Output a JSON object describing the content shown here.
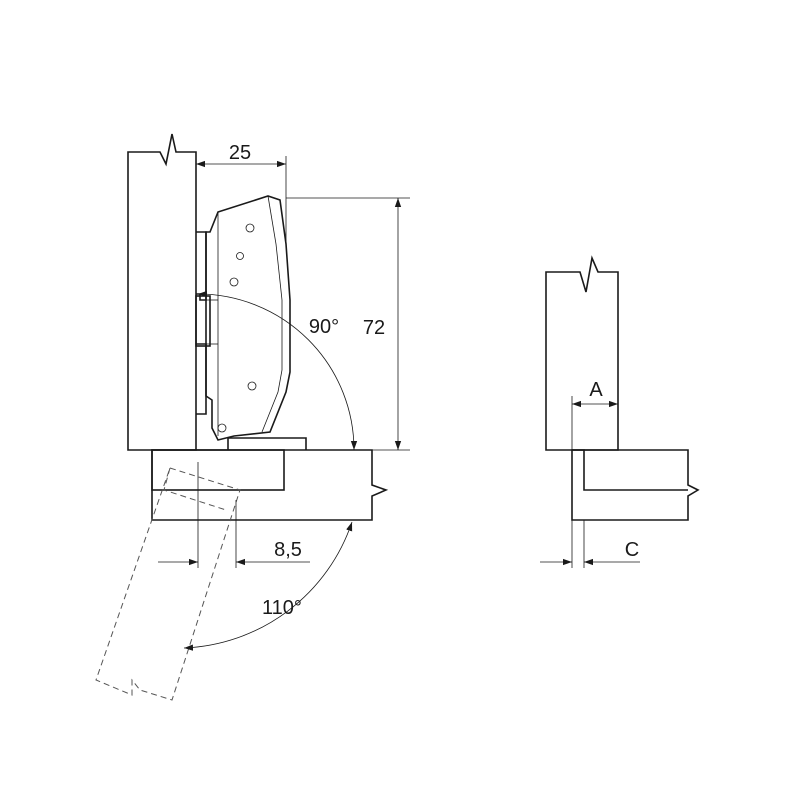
{
  "labels": {
    "dim_width": "25",
    "dim_height": "72",
    "angle_open": "90°",
    "dim_offset": "8,5",
    "angle_max": "110°",
    "label_a": "A",
    "label_c": "C"
  },
  "colors": {
    "line": "#1a1a1a",
    "dashed": "#555555",
    "background": "#ffffff"
  }
}
